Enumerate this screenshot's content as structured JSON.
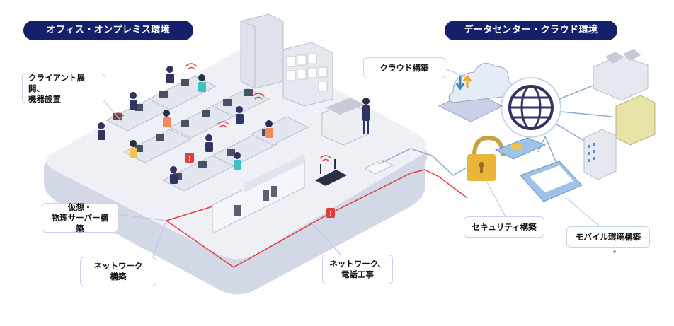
{
  "headers": {
    "office": "オフィス・オンプレミス環境",
    "datacenter": "データセンター・クラウド環境"
  },
  "callouts": {
    "client": "クライアント展開、\n機器設置",
    "server": "仮想・\n物理サーバー構築",
    "network": "ネットワーク\n構築",
    "phone": "ネットワーク、\n電話工事",
    "cloud": "クラウド構築",
    "security": "セキュリティ構築",
    "mobile": "モバイル環境構築"
  },
  "colors": {
    "header_bg": "#15206b",
    "floor": "#eef0f6",
    "floor_edge": "#d3d8e6",
    "network_line": "#e23d3d",
    "data_line": "#8fa8d8",
    "lock": "#e9b63b",
    "callout_border": "#c7d3ea"
  }
}
